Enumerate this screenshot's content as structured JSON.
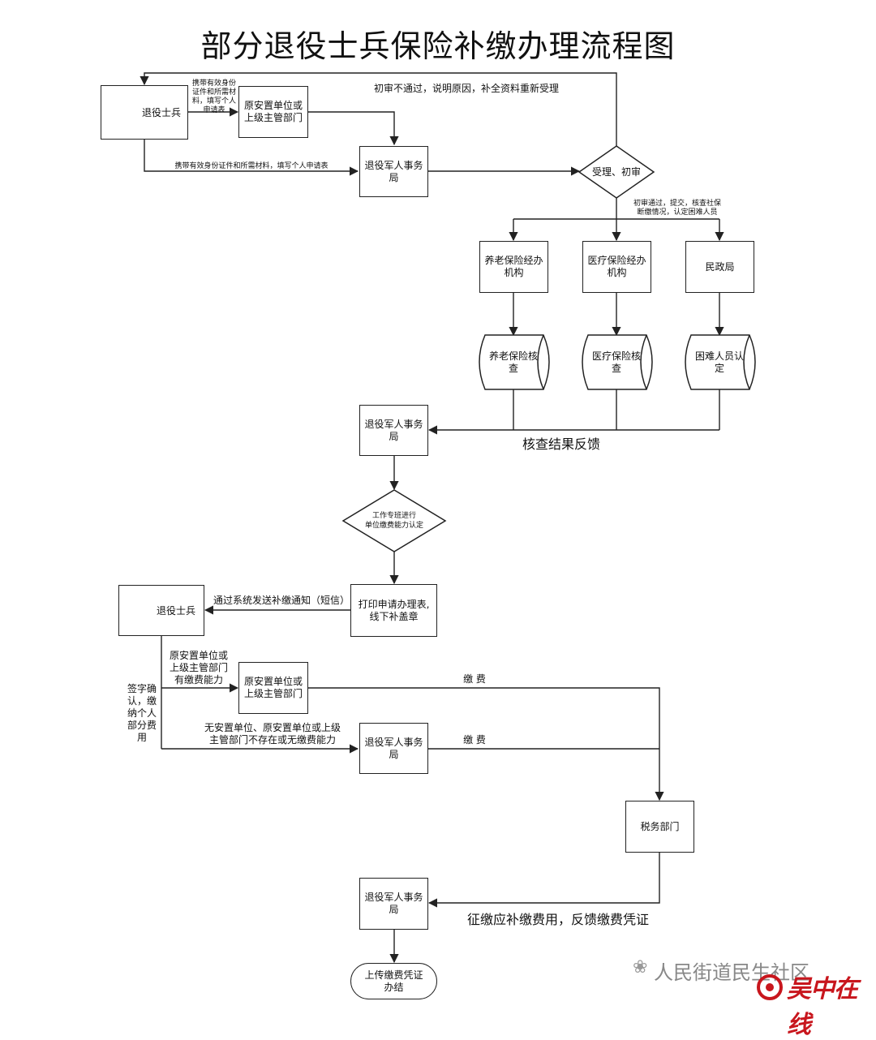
{
  "title": "部分退役士兵保险补缴办理流程图",
  "nodes": {
    "soldier1": "退役士兵",
    "orig_unit1": "原安置单位或\n上级主管部门",
    "bureau1": "退役军人事务\n局",
    "accept": "受理、初审",
    "pension_agency": "养老保险经办\n机构",
    "medical_agency": "医疗保险经办\n机构",
    "civil_affairs": "民政局",
    "pension_check": "养老保险核\n查",
    "medical_check": "医疗保险核\n查",
    "hardship_check": "困难人员认\n定",
    "bureau2": "退役军人事务\n局",
    "team_assess": "工作专班进行\n单位缴费能力认定",
    "print_form": "打印申请办理表,\n线下补盖章",
    "soldier2": "退役士兵",
    "orig_unit2": "原安置单位或\n上级主管部门",
    "bureau3": "退役军人事务\n局",
    "tax": "税务部门",
    "bureau4": "退役军人事务\n局",
    "upload": "上传缴费凭证\n办结"
  },
  "labels": {
    "carry_form_small": "携带有效身份\n证件和所需材\n料，填写个人\n申请表",
    "reject": "初审不通过，说明原因，补全资料重新受理",
    "carry_form_long": "携带有效身份证件和所需材料，填写个人申请表",
    "pass": "初审通过，提交，核查社保\n断缴情况，认定困难人员",
    "feedback": "核查结果反馈",
    "sms": "通过系统发送补缴通知（短信）",
    "has_ability": "原安置单位或\n上级主管部门\n有缴费能力",
    "sign": "签字确\n认，缴\n纳个人\n部分费\n用",
    "no_ability": "无安置单位、原安置单位或上级\n主管部门不存在或无缴费能力",
    "pay1": "缴 费",
    "pay2": "缴 费",
    "collect": "征缴应补缴费用，反馈缴费凭证"
  },
  "watermark": {
    "icon": "wechat-icon",
    "text": "人民街道民生社区",
    "brand": "吴中在线"
  },
  "colors": {
    "line": "#222222",
    "brand": "#c8161d",
    "watermark": "#888888"
  }
}
